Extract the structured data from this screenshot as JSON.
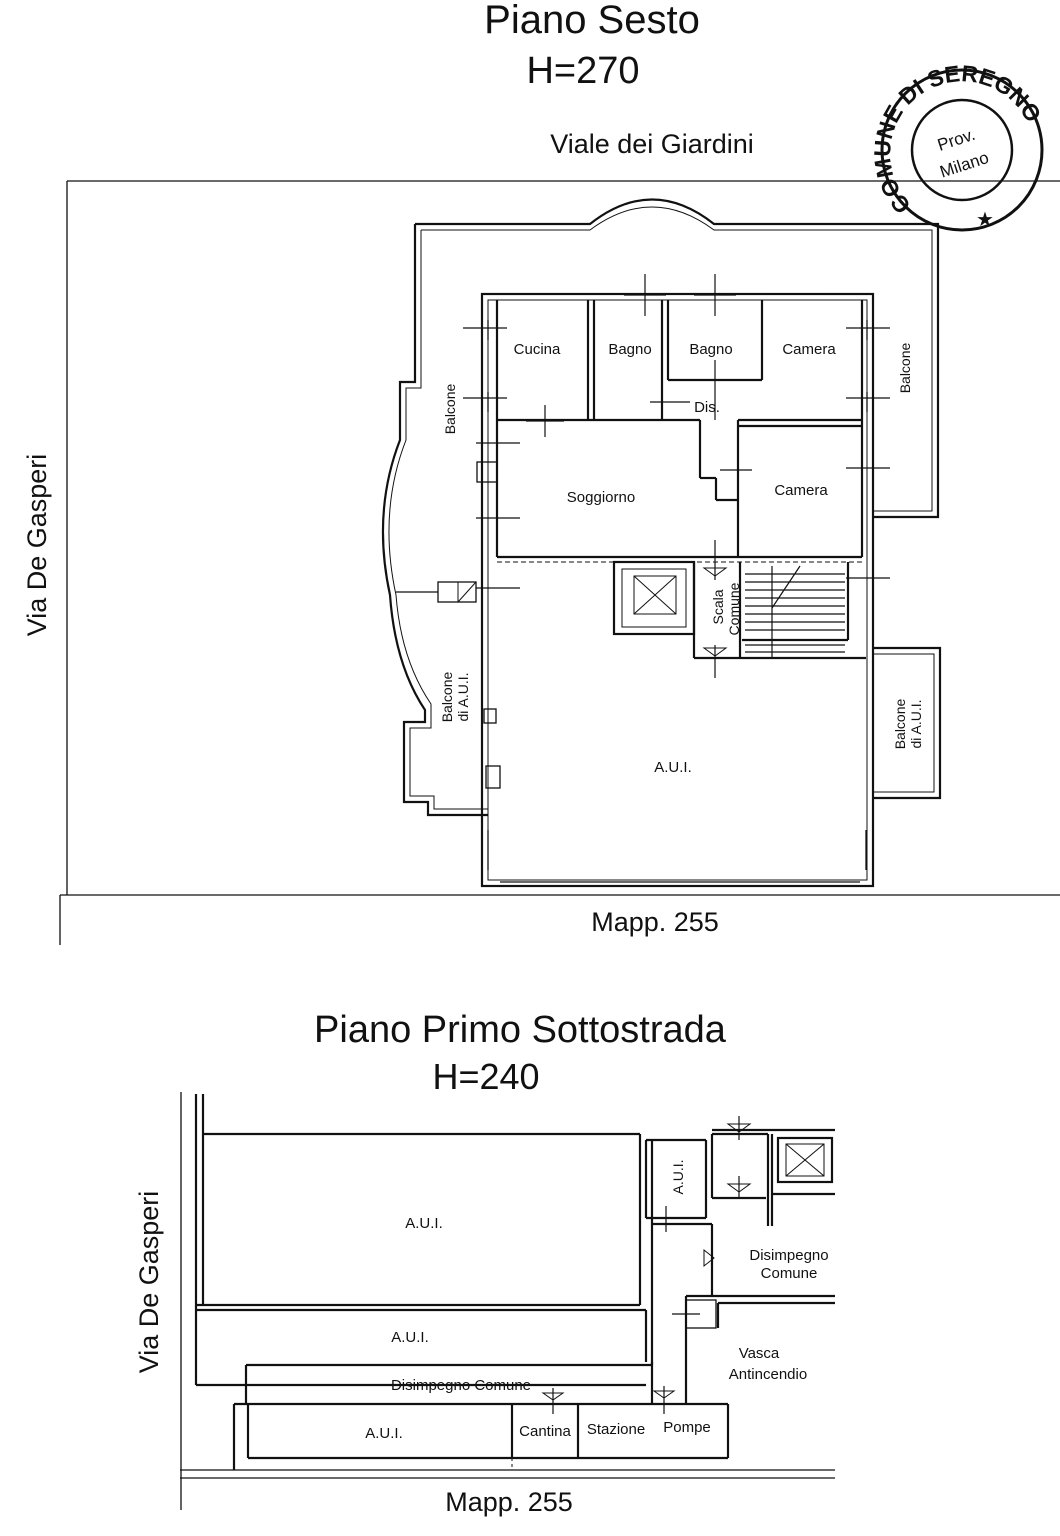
{
  "sixth_floor": {
    "title": "Piano Sesto",
    "height": "H=270",
    "street_top": "Viale dei Giardini",
    "street_side": "Via De Gasperi",
    "parcel": "Mapp. 255",
    "rooms": {
      "cucina": "Cucina",
      "bagno1": "Bagno",
      "bagno2": "Bagno",
      "camera1": "Camera",
      "dis": "Dis.",
      "soggiorno": "Soggiorno",
      "camera2": "Camera",
      "balcone_left": "Balcone",
      "balcone_right": "Balcone",
      "scala_1": "Scala",
      "scala_2": "Comune",
      "balcone_aui_left_1": "Balcone",
      "balcone_aui_left_2": "di A.U.I.",
      "balcone_aui_right_1": "Balcone",
      "balcone_aui_right_2": "di A.U.I.",
      "aui": "A.U.I."
    }
  },
  "stamp": {
    "ring_text": "COMUNE DI SEREGNO",
    "line1": "Prov.",
    "line2": "Milano",
    "star": "★"
  },
  "basement": {
    "title": "Piano Primo Sottostrada",
    "height": "H=240",
    "street_side": "Via De Gasperi",
    "parcel": "Mapp. 255",
    "rooms": {
      "aui_top": "A.U.I.",
      "aui_small": "A.U.I.",
      "disimpegno_1": "Disimpegno",
      "disimpegno_2": "Comune",
      "aui_mid": "A.U.I.",
      "vasca_1": "Vasca",
      "vasca_2": "Antincendio",
      "disimpegno_comune": "Disimpegno Comune",
      "aui_bottom": "A.U.I.",
      "cantina": "Cantina",
      "stazione": "Stazione",
      "pompe": "Pompe"
    }
  }
}
